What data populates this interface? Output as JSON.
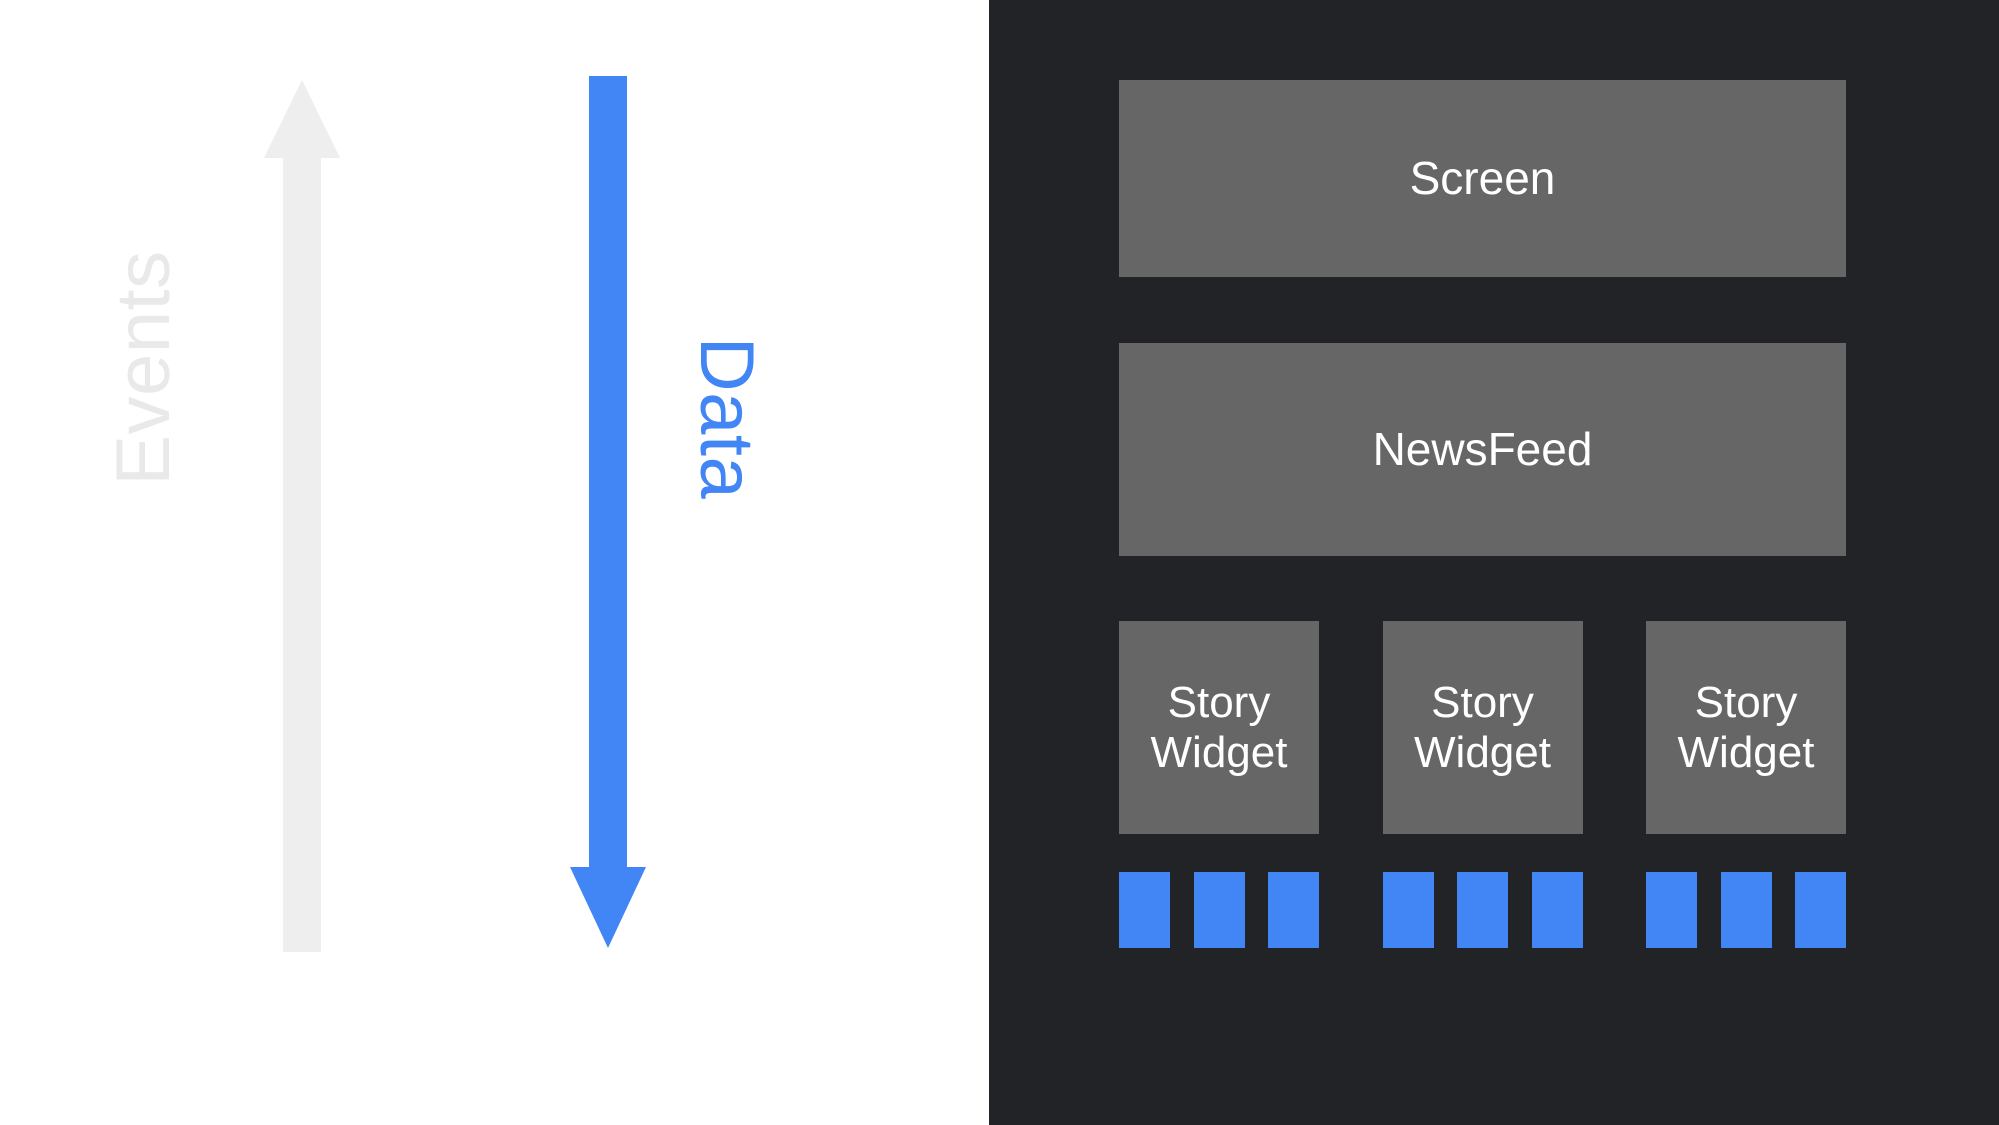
{
  "diagram": {
    "title": "Unidirectional data flow diagram",
    "background_left": "#ffffff",
    "background_right": "#212326",
    "accent_blue": "#4285f4",
    "node_gray": "#666666",
    "arrow_gray": "#eeeeee"
  },
  "flows": [
    {
      "name": "events-flow",
      "label": "Events",
      "direction": "up",
      "color": "#eeeeee"
    },
    {
      "name": "data-flow",
      "label": "Data",
      "direction": "down",
      "color": "#4285f4"
    }
  ],
  "tree": {
    "root": {
      "label": "Screen"
    },
    "middle": {
      "label": "NewsFeed"
    },
    "leaves": [
      {
        "label_line1": "Story",
        "label_line2": "Widget",
        "chips": 3
      },
      {
        "label_line1": "Story",
        "label_line2": "Widget",
        "chips": 3
      },
      {
        "label_line1": "Story",
        "label_line2": "Widget",
        "chips": 3
      }
    ]
  }
}
